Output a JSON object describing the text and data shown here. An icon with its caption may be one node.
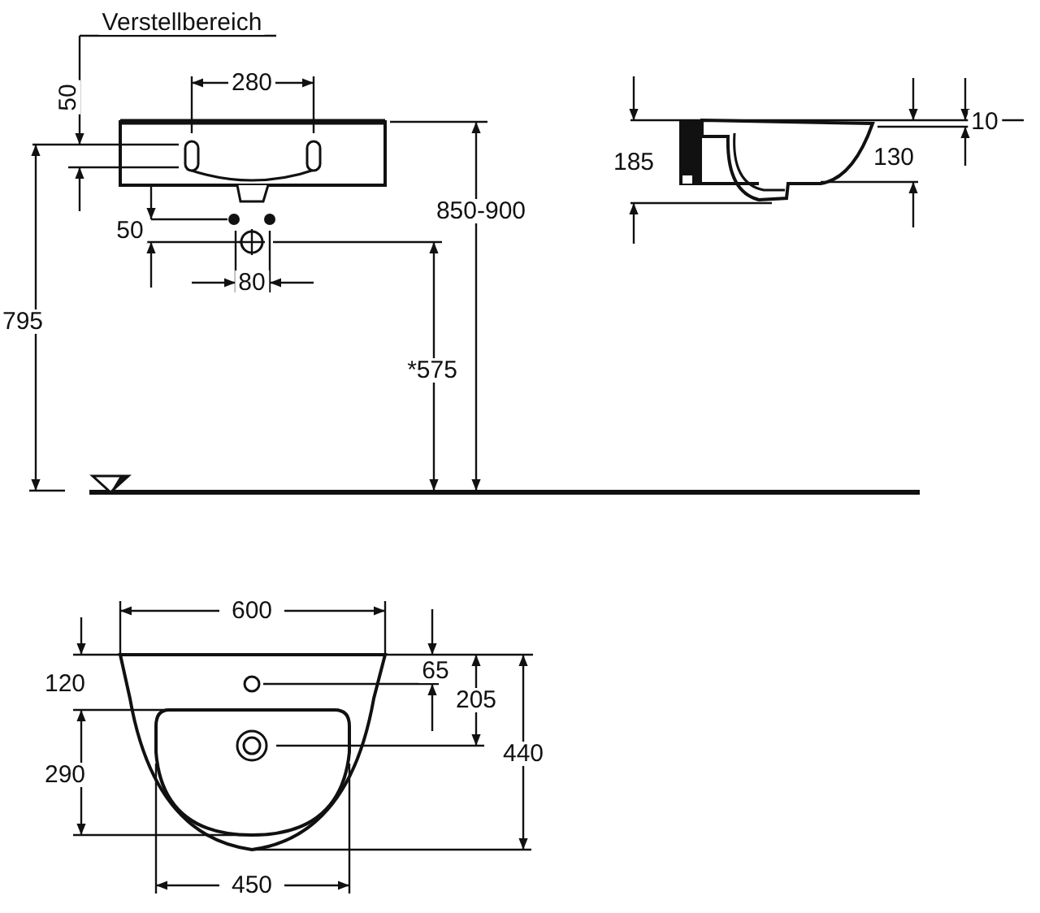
{
  "diagram": {
    "labels": [
      "Verstellbereich",
      "280",
      "50",
      "185",
      "10",
      "130",
      "850-900",
      "50",
      "80",
      "795",
      "*575",
      "600",
      "120",
      "65",
      "205",
      "440",
      "290",
      "450"
    ]
  }
}
